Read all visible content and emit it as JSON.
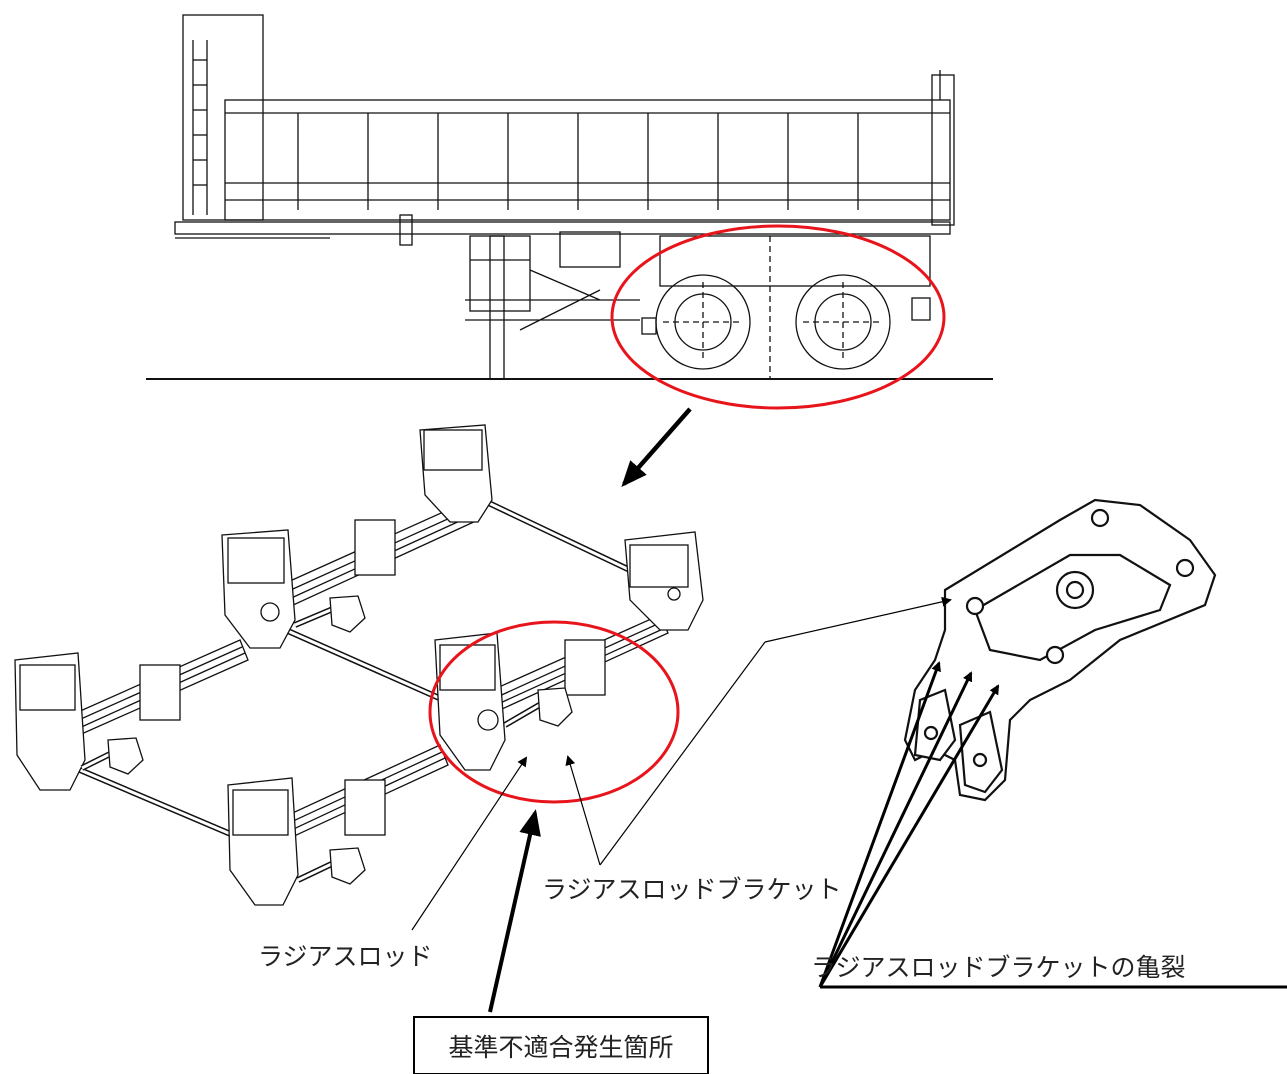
{
  "labels": {
    "radius_rod": "ラジアスロッド",
    "radius_rod_bracket": "ラジアスロッドブラケット",
    "bracket_crack": "ラジアスロッドブラケットの亀裂",
    "nonconformity_location": "基準不適合発生箇所"
  },
  "colors": {
    "highlight": "#e8141b",
    "line": "#000000"
  }
}
